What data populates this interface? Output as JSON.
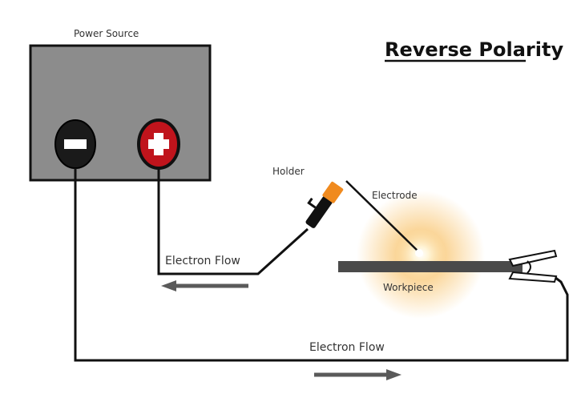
{
  "title": "Reverse Polarity",
  "labels": {
    "power_source": "Power Source",
    "holder": "Holder",
    "electrode": "Electrode",
    "workpiece": "Workpiece",
    "electron_flow_upper": "Electron Flow",
    "electron_flow_lower": "Electron Flow"
  },
  "terminals": {
    "negative": {
      "symbol": "minus",
      "color": "#1a1a1a"
    },
    "positive": {
      "symbol": "plus",
      "color": "#c0141c"
    }
  },
  "colors": {
    "power_source_fill": "#8c8c8c",
    "holder_tip": "#f08a1e",
    "arc_glow": "#f7b548",
    "workpiece": "#4a4a4a",
    "arrow": "#5a5a5a"
  },
  "arrows": {
    "upper_direction": "left",
    "lower_direction": "right"
  }
}
